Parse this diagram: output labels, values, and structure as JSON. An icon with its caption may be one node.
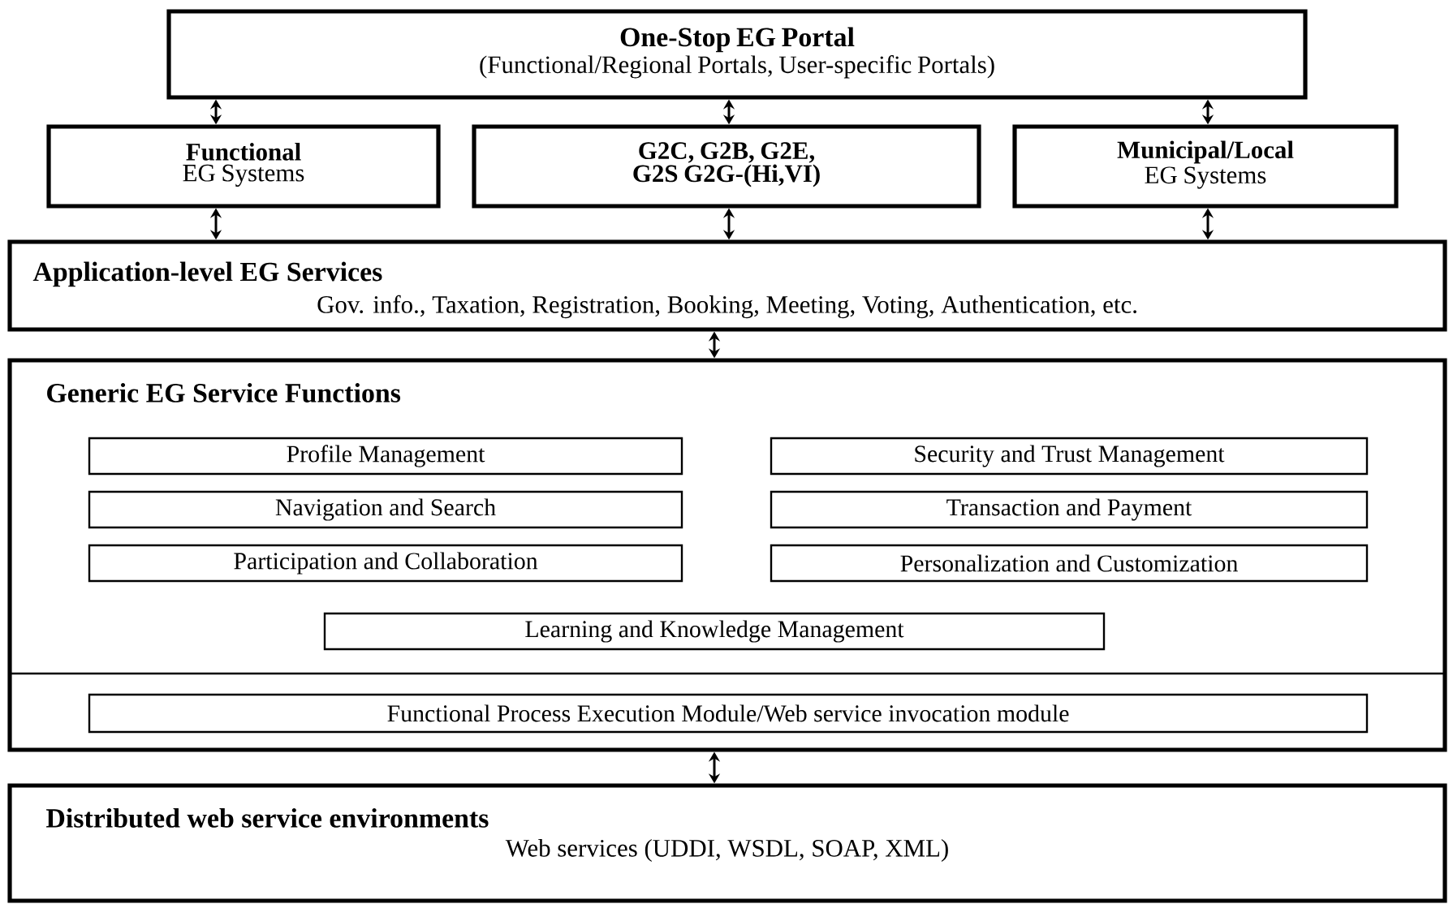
{
  "diagram": {
    "nodes": [
      {
        "text": [
          "One-Stop EG Portal",
          "(Functional/Regional Portals, User-specific Portals)"
        ]
      },
      {
        "text": [
          "Functional",
          "EG Systems"
        ]
      },
      {
        "text": [
          "G2C, G2B, G2E, G2S G2G-(Hi,VI)"
        ]
      },
      {
        "text": [
          "Municipal/Local",
          "EG Systems"
        ]
      },
      {
        "text": [
          "Application-level EG Services",
          "Gov. info., Taxation, Registration, Booking, Meeting, Voting, Authentication, etc."
        ]
      },
      {
        "text": [
          "Generic EG Service Functions"
        ]
      },
      {
        "text": [
          "Profile Management"
        ],
        "in": 5
      },
      {
        "text": [
          "Security and Trust Management"
        ],
        "in": 5
      },
      {
        "text": [
          "Navigation and Search"
        ],
        "in": 5
      },
      {
        "text": [
          "Transaction and Payment"
        ],
        "in": 5
      },
      {
        "text": [
          "Participation and Collaboration"
        ],
        "in": 5
      },
      {
        "text": [
          "Personalization and Customization"
        ],
        "in": 5
      },
      {
        "text": [
          "Learning and Knowledge Management"
        ],
        "in": 5
      },
      {
        "text": [
          "Functional Process Execution Module/Web service invocation module"
        ],
        "in": 5
      },
      {
        "text": [
          "Distributed web service environments",
          "Web services (UDDI, WSDL, SOAP, XML)"
        ]
      }
    ],
    "edges": [
      {
        "from": 0,
        "to": 1,
        "arrow": "both"
      },
      {
        "from": 0,
        "to": 2,
        "arrow": "both"
      },
      {
        "from": 0,
        "to": 3,
        "arrow": "both"
      },
      {
        "from": 1,
        "to": 4,
        "arrow": "both"
      },
      {
        "from": 2,
        "to": 4,
        "arrow": "both"
      },
      {
        "from": 3,
        "to": 4,
        "arrow": "both"
      },
      {
        "from": 4,
        "to": 5,
        "arrow": "both"
      },
      {
        "from": 5,
        "to": 14,
        "arrow": "both"
      }
    ]
  }
}
